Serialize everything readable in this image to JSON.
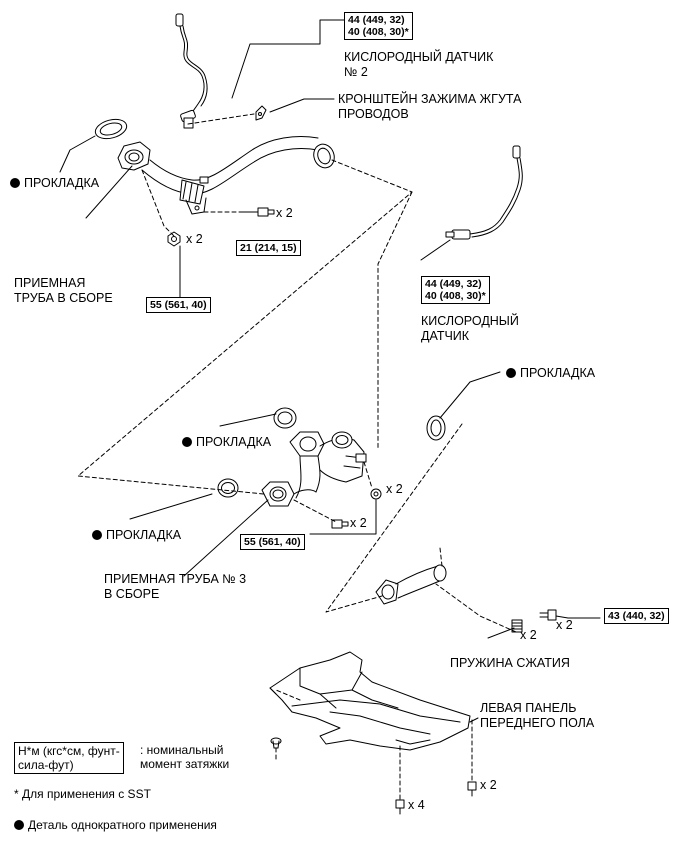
{
  "labels": {
    "o2_sensor_2": [
      "КИСЛОРОДНЫЙ ДАТЧИК",
      "№ 2"
    ],
    "harness_bracket": [
      "КРОНШТЕЙН ЗАЖИМА ЖГУТА",
      "ПРОВОДОВ"
    ],
    "gasket": "ПРОКЛАДКА",
    "front_pipe": [
      "ПРИЕМНАЯ",
      "ТРУБА В СБОРЕ"
    ],
    "o2_sensor": [
      "КИСЛОРОДНЫЙ",
      "ДАТЧИК"
    ],
    "front_pipe_3": [
      "ПРИЕМНАЯ ТРУБА № 3",
      "В СБОРЕ"
    ],
    "compression_spring": "ПРУЖИНА СЖАТИЯ",
    "floor_panel": [
      "ЛЕВАЯ ПАНЕЛЬ",
      "ПЕРЕДНЕГО ПОЛА"
    ]
  },
  "torque": {
    "o2_sensor_2": [
      "44 (449, 32)",
      "40 (408, 30)*"
    ],
    "bolt_21": "21 (214, 15)",
    "nut_55_top": "55 (561, 40)",
    "o2_sensor": [
      "44 (449, 32)",
      "40 (408, 30)*"
    ],
    "nut_55_mid": "55 (561, 40)",
    "bolt_43": "43 (440, 32)"
  },
  "quantities": {
    "bolt_top": "x 2",
    "nut_top": "x 2",
    "nut_mid": "x 2",
    "bolt_mid": "x 2",
    "spring": "x 2",
    "bolt_43": "x 2",
    "panel_bolt_right": "x 2",
    "panel_bolt_bottom": "x 4"
  },
  "legend": {
    "unit_box": [
      "Н*м (кгс*см, фунт-",
      "сила-фут)"
    ],
    "unit_desc": [
      ": номинальный",
      "момент затяжки"
    ],
    "sst_note": "* Для применения с SST",
    "single_use": "Деталь однократного применения"
  }
}
